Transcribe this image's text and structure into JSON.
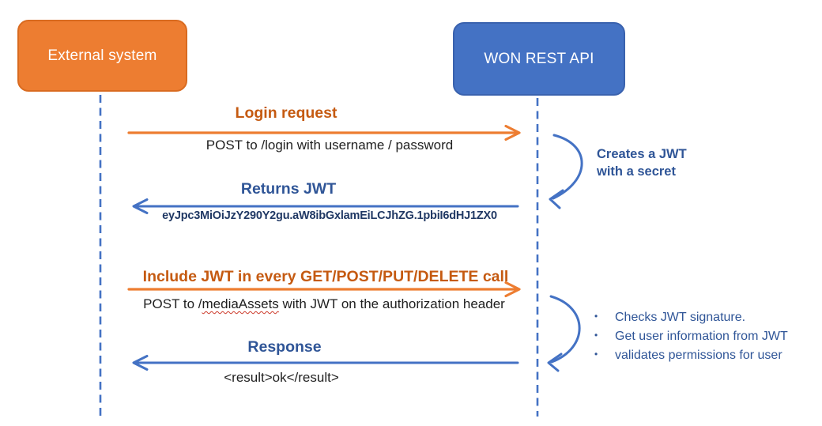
{
  "colors": {
    "orange": "#ED7D31",
    "orange_border": "#D96B20",
    "orange_dark": "#C55A11",
    "blue": "#4472C4",
    "blue_border": "#3A62AE",
    "blue_dark": "#2F5597",
    "navy": "#203864",
    "text": "#1F1F1F",
    "squiggly_red": "#CC3A2B"
  },
  "actors": {
    "external": "External system",
    "api": "WON REST API"
  },
  "messages": [
    {
      "title": "Login request",
      "detail": "POST to /login with username / password",
      "direction": "right"
    },
    {
      "title": "Returns JWT",
      "detail": "eyJpc3MiOiJzY290Y2gu.aW8ibGxlamEiLCJhZG.1pbiI6dHJ1ZX0",
      "direction": "left"
    },
    {
      "title": "Include JWT in every GET/POST/PUT/DELETE call",
      "detail_prefix": "POST to /",
      "detail_flagged": "mediaAssets",
      "detail_suffix": " with JWT on the authorization header",
      "direction": "right"
    },
    {
      "title": "Response",
      "detail": "<result>ok</result>",
      "direction": "left"
    }
  ],
  "annotations": {
    "creates_jwt_line1": "Creates a JWT",
    "creates_jwt_line2": "with a secret",
    "bullets": [
      "Checks JWT signature.",
      "Get user information from JWT",
      "validates permissions for user"
    ],
    "bullet_glyph": "•"
  }
}
